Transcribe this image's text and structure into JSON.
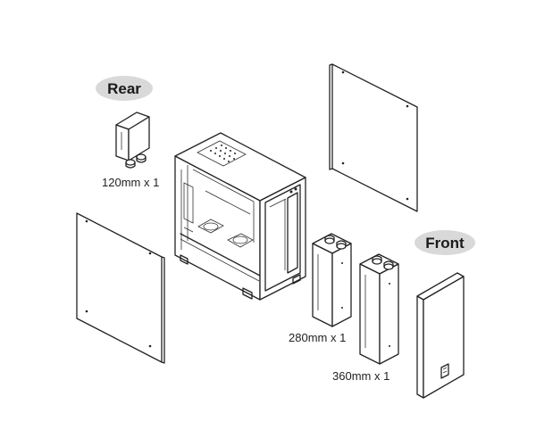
{
  "labels": {
    "rear": "Rear",
    "front": "Front",
    "fan_120": "120mm x 1",
    "rad_280": "280mm x 1",
    "rad_360": "360mm x 1"
  },
  "colors": {
    "line": "#222222",
    "pill_fill": "#d9d9d9",
    "background": "#ffffff"
  },
  "icons": [
    "case-logo-icon"
  ]
}
